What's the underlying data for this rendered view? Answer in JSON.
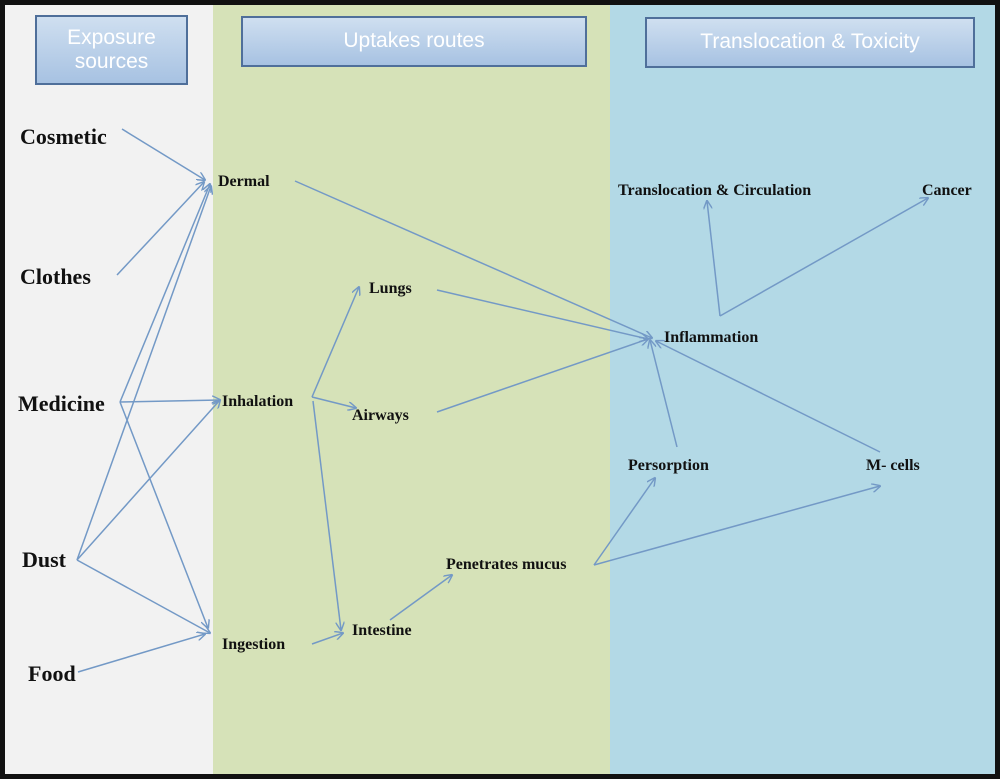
{
  "headers": {
    "exposure": "Exposure sources",
    "uptake": "Uptakes routes",
    "toxicity": "Translocation & Toxicity"
  },
  "nodes": {
    "cosmetic": "Cosmetic",
    "clothes": "Clothes",
    "medicine": "Medicine",
    "dust": "Dust",
    "food": "Food",
    "dermal": "Dermal",
    "inhalation": "Inhalation",
    "ingestion": "Ingestion",
    "lungs": "Lungs",
    "airways": "Airways",
    "intestine": "Intestine",
    "penetrates_mucus": "Penetrates mucus",
    "inflammation": "Inflammation",
    "translocation": "Translocation & Circulation",
    "cancer": "Cancer",
    "persorption": "Persorption",
    "m_cells": "M- cells"
  },
  "edges": [
    {
      "from": "cosmetic",
      "to": "dermal"
    },
    {
      "from": "clothes",
      "to": "dermal"
    },
    {
      "from": "medicine",
      "to": "dermal"
    },
    {
      "from": "dust",
      "to": "dermal"
    },
    {
      "from": "medicine",
      "to": "inhalation"
    },
    {
      "from": "dust",
      "to": "inhalation"
    },
    {
      "from": "medicine",
      "to": "ingestion"
    },
    {
      "from": "dust",
      "to": "ingestion"
    },
    {
      "from": "food",
      "to": "ingestion"
    },
    {
      "from": "inhalation",
      "to": "lungs"
    },
    {
      "from": "inhalation",
      "to": "airways"
    },
    {
      "from": "inhalation",
      "to": "intestine"
    },
    {
      "from": "ingestion",
      "to": "intestine"
    },
    {
      "from": "intestine",
      "to": "penetrates_mucus"
    },
    {
      "from": "penetrates_mucus",
      "to": "persorption"
    },
    {
      "from": "penetrates_mucus",
      "to": "m_cells"
    },
    {
      "from": "dermal",
      "to": "inflammation"
    },
    {
      "from": "lungs",
      "to": "inflammation"
    },
    {
      "from": "airways",
      "to": "inflammation"
    },
    {
      "from": "persorption",
      "to": "inflammation"
    },
    {
      "from": "m_cells",
      "to": "inflammation"
    },
    {
      "from": "inflammation",
      "to": "translocation"
    },
    {
      "from": "inflammation",
      "to": "cancer"
    }
  ],
  "colors": {
    "arrow": "#7399c6",
    "exposure_band": "#f2f2f2",
    "uptake_band": "#d6e2b8",
    "toxicity_band": "#b3d9e6",
    "header_fill": "#a7c2e2",
    "header_border": "#4f6f9a"
  }
}
